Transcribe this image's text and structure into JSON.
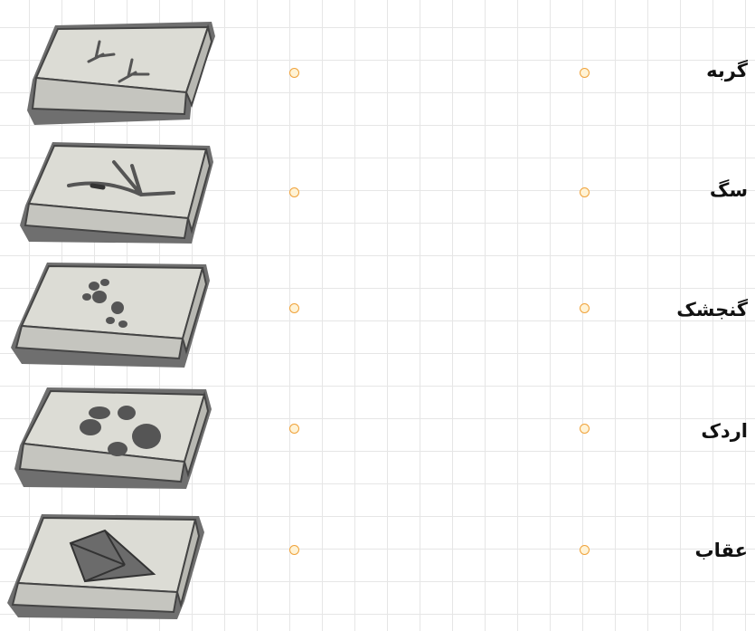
{
  "rows": [
    {
      "word": "گربه",
      "footprint": "bird-track-icon"
    },
    {
      "word": "سگ",
      "footprint": "large-bird-track-icon"
    },
    {
      "word": "گنجشک",
      "footprint": "cat-paw-icon"
    },
    {
      "word": "اردک",
      "footprint": "dog-paw-icon"
    },
    {
      "word": "عقاب",
      "footprint": "duck-webbed-foot-icon"
    }
  ],
  "colors": {
    "dot_border": "#f0a23a",
    "dot_fill": "#fff3d6",
    "grid": "#e6e6e6",
    "stone": "#d9d9d3"
  }
}
